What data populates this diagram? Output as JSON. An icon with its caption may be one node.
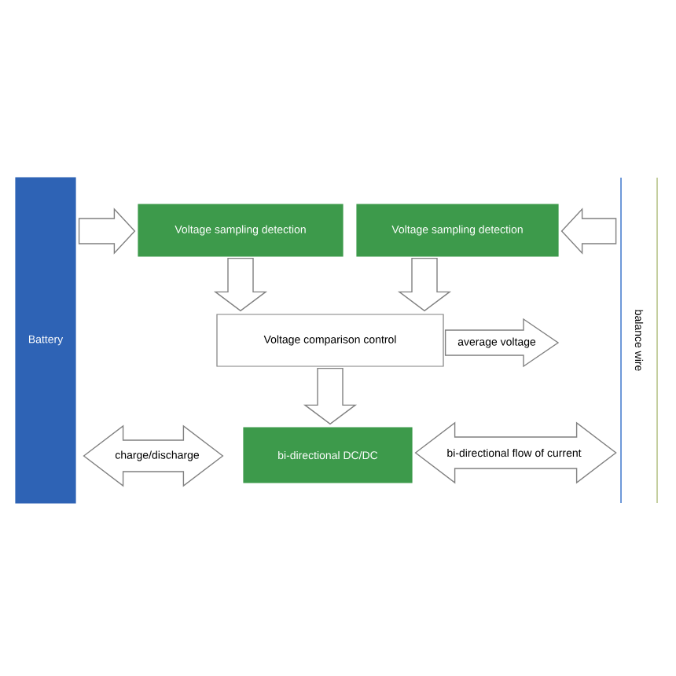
{
  "diagram": {
    "nodes": [
      {
        "text": [
          "Battery"
        ]
      },
      {
        "text": [
          "Voltage sampling detection"
        ]
      },
      {
        "text": [
          "Voltage sampling detection"
        ]
      },
      {
        "text": [
          "Voltage comparison control"
        ]
      },
      {
        "text": [
          "bi-directional DC/DC"
        ]
      },
      {
        "text": [
          "balance wire"
        ]
      }
    ],
    "edges": [
      {
        "from": 0,
        "to": 1,
        "arrow": "to"
      },
      {
        "from": 5,
        "to": 2,
        "arrow": "to"
      },
      {
        "from": 1,
        "to": 3,
        "arrow": "to"
      },
      {
        "from": 2,
        "to": 3,
        "arrow": "to"
      },
      {
        "from": 3,
        "to": 4,
        "arrow": "to"
      },
      {
        "from": 3,
        "to": null,
        "arrow": "to",
        "label": "average voltage"
      },
      {
        "from": 0,
        "to": 4,
        "arrow": "both",
        "label": "charge/discharge"
      },
      {
        "from": 4,
        "to": 5,
        "arrow": "both",
        "label": "bi-directional flow of current"
      }
    ]
  }
}
